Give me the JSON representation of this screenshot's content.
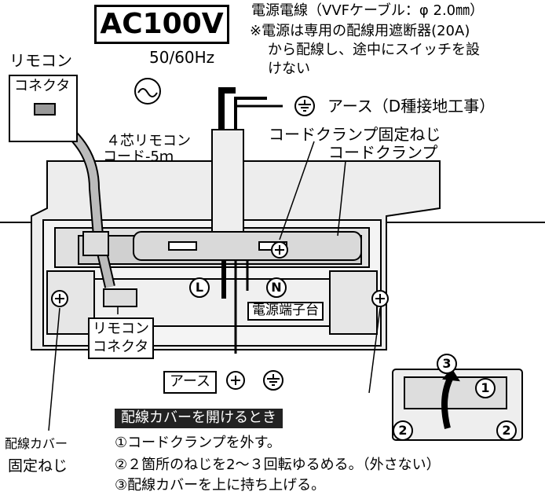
{
  "labels": {
    "ac": "AC100V",
    "hz": "50/60Hz",
    "remote": "リモコン",
    "connector_top": "コネクタ",
    "power_line": "電源電線（VVFケーブル：φ 2.0㎜）",
    "note_line1": "※電源は専用の配線用遮断器(20A)",
    "note_line2": "から配線し、途中にスイッチを設",
    "note_line3": "けない",
    "earth_d": "アース（D種接地工事）",
    "remote_cord_line1": "４芯リモコン",
    "remote_cord_line2": "コード-5ｍ",
    "clamp_screw": "コードクランプ固定ねじ",
    "clamp": "コードクランプ",
    "terminal_block": "電源端子台",
    "remote_connector_line1": "リモコン",
    "remote_connector_line2": "コネクタ",
    "earth": "アース",
    "terminal_L": "L",
    "terminal_N": "N",
    "cover_title": "配線カバーを開けるとき",
    "cover_screw_line1": "配線カバー",
    "cover_screw_line2": "固定ねじ",
    "step1": "①コードクランプを外す。",
    "step2": "②２箇所のねじを2～３回転ゆるめる。（外さない）",
    "step3": "③配線カバーを上に持ち上げる。",
    "inset_1": "1",
    "inset_2": "2",
    "inset_3": "3"
  },
  "colors": {
    "line": "#000000",
    "panel": "#e8e8e8",
    "panel_dark": "#bdbdbd",
    "title_bg": "#222222"
  }
}
